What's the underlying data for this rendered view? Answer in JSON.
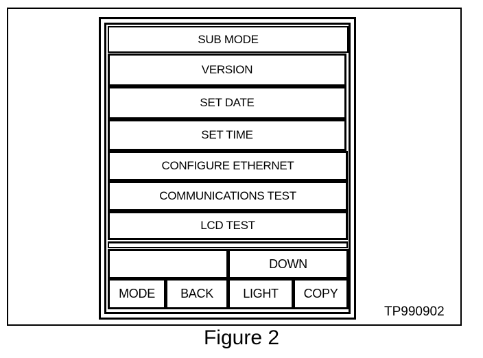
{
  "screen": {
    "header": "SUB MODE",
    "menu_items": [
      "VERSION",
      "SET DATE",
      "SET TIME",
      "CONFIGURE ETHERNET",
      "COMMUNICATIONS TEST",
      "LCD TEST"
    ]
  },
  "softkeys": {
    "down": "DOWN",
    "mode": "MODE",
    "back": "BACK",
    "light": "LIGHT",
    "copy": "COPY"
  },
  "figure": {
    "code": "TP990902",
    "caption": "Figure 2"
  }
}
